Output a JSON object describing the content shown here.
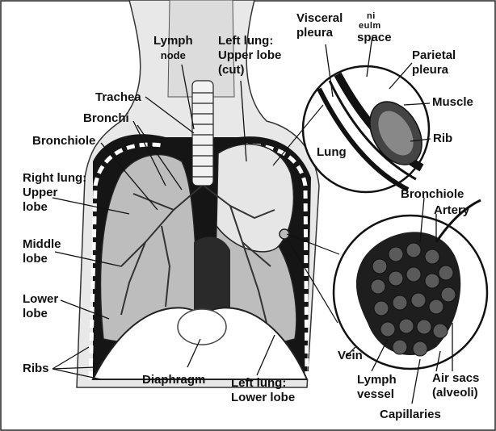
{
  "labels": {
    "visceral_pleura": [
      "Visceral",
      "pleura"
    ],
    "intrapleural_space": [
      "ni",
      "eulm",
      "space"
    ],
    "parietal_pleura": [
      "Parietal",
      "pleura"
    ],
    "lymph_node": [
      "Lymph",
      "node"
    ],
    "left_upper_lobe": [
      "Left lung:",
      "Upper lobe",
      "(cut)"
    ],
    "trachea": "Trachea",
    "bronchi": "Bronchi",
    "muscle": "Muscle",
    "bronchiole_left": "Bronchiole",
    "lung": "Lung",
    "rib": "Rib",
    "right_upper_lobe": [
      "Right lung:",
      "Upper",
      "lobe"
    ],
    "bronchiole_right": "Bronchiole",
    "artery": "Artery",
    "middle_lobe": [
      "Middle",
      "lobe"
    ],
    "lower_lobe": [
      "Lower",
      "lobe"
    ],
    "ribs": "Ribs",
    "vein": "Vein",
    "diaphragm": "Diaphragm",
    "left_lower_lobe": [
      "Left lung:",
      "Lower lobe"
    ],
    "lymph_vessel": [
      "Lymph",
      "vessel"
    ],
    "air_sacs": [
      "Air sacs",
      "(alveoli)"
    ],
    "capillaries": "Capillaries"
  },
  "colors": {
    "ink": "#111111",
    "lung_dark": "#1a1a1a",
    "tissue": "#d9d9d9",
    "paper": "#ffffff"
  }
}
